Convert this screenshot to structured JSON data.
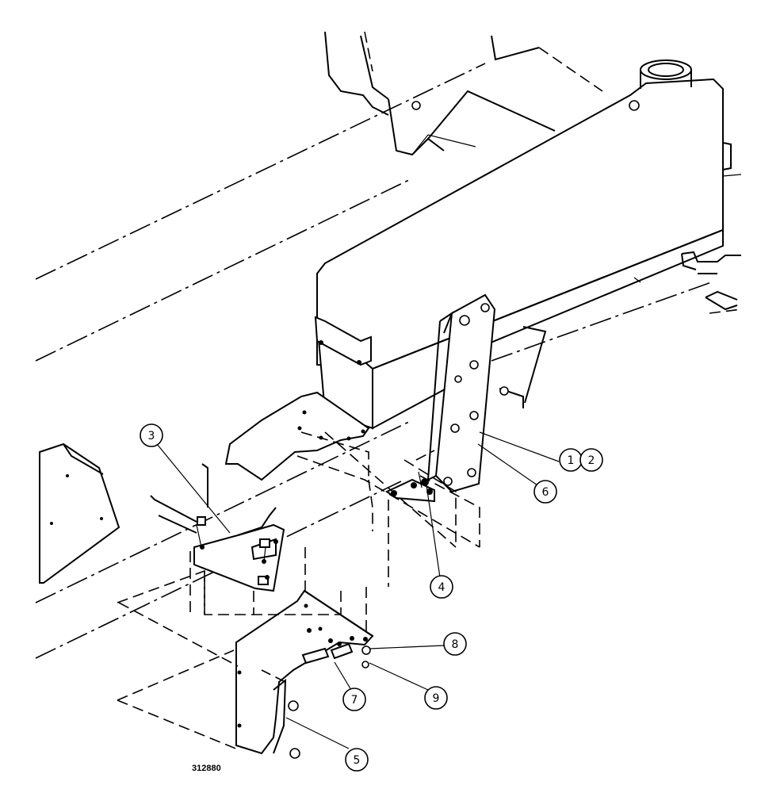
{
  "figure": {
    "id_label": "312880"
  },
  "callouts": {
    "c1": "1",
    "c2": "2",
    "c3": "3",
    "c4": "4",
    "c5": "5",
    "c6": "6",
    "c7": "7",
    "c8": "8",
    "c9": "9"
  }
}
